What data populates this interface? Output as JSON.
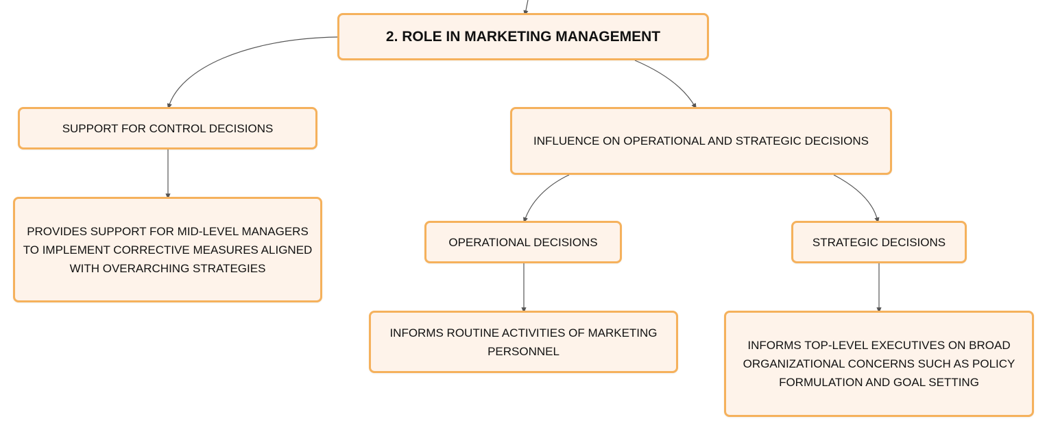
{
  "diagram": {
    "colors": {
      "node_fill": "#fef3ea",
      "node_border": "#f5b15c",
      "edge": "#555555"
    },
    "nodes": {
      "root": "2. Role in Marketing Management",
      "control": "Support for Control Decisions",
      "control_detail": "Provides support for mid-level managers to implement corrective measures aligned with overarching strategies",
      "influence": "Influence on Operational and Strategic Decisions",
      "operational": "Operational Decisions",
      "operational_detail": "Informs routine activities of marketing personnel",
      "strategic": "Strategic Decisions",
      "strategic_detail": "Informs top-level executives on broad organizational concerns such as policy formulation and goal setting"
    }
  }
}
